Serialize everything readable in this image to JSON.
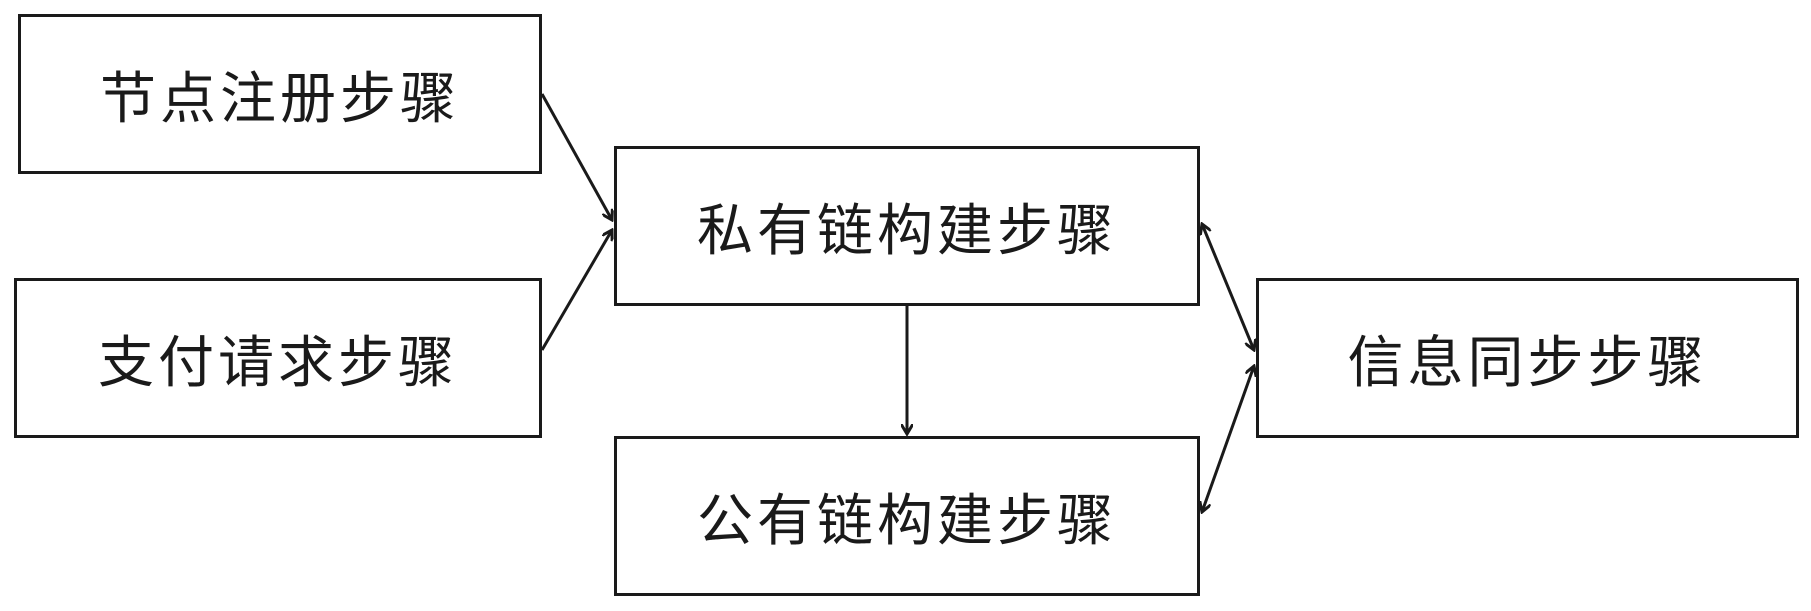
{
  "nodes": {
    "node_registration": "节点注册步骤",
    "payment_request": "支付请求步骤",
    "private_chain_build": "私有链构建步骤",
    "public_chain_build": "公有链构建步骤",
    "info_sync": "信息同步步骤"
  },
  "edges": [
    {
      "from": "node_registration",
      "to": "private_chain_build",
      "direction": "forward"
    },
    {
      "from": "payment_request",
      "to": "private_chain_build",
      "direction": "forward"
    },
    {
      "from": "private_chain_build",
      "to": "public_chain_build",
      "direction": "forward"
    },
    {
      "from": "private_chain_build",
      "to": "info_sync",
      "direction": "bidirectional"
    },
    {
      "from": "public_chain_build",
      "to": "info_sync",
      "direction": "bidirectional"
    }
  ],
  "colors": {
    "stroke": "#1a1a1a",
    "background": "#ffffff"
  }
}
